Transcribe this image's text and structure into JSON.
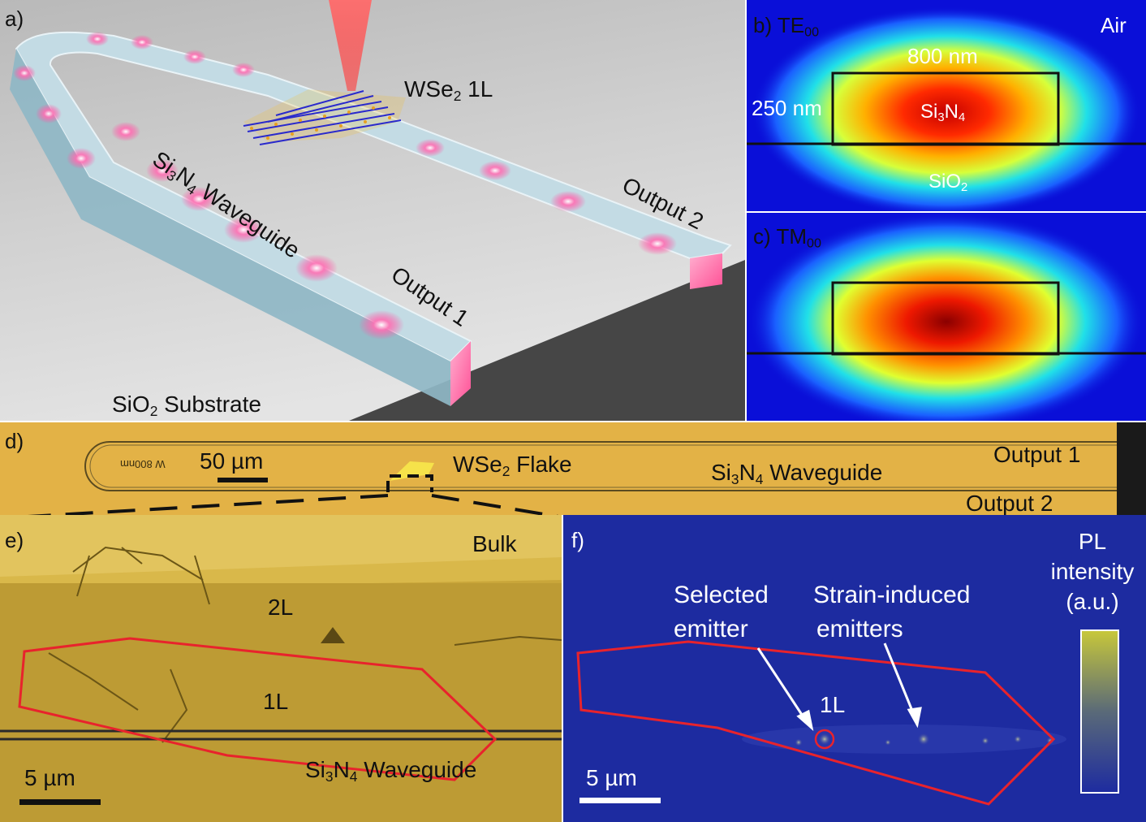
{
  "panel_a": {
    "tag": "a)",
    "material_label_prefix": "WSe",
    "material_label_sub": "2",
    "material_label_suffix": " 1L",
    "waveguide_prefix": "Si",
    "waveguide_sub1": "3",
    "waveguide_mid": "N",
    "waveguide_sub2": "4",
    "waveguide_suffix": " Waveguide",
    "output1": "Output 1",
    "output2": "Output 2",
    "substrate_prefix": "SiO",
    "substrate_sub": "2",
    "substrate_suffix": " Substrate"
  },
  "panel_b": {
    "tag": "b)",
    "mode_main": "TE",
    "mode_sub": "00",
    "air": "Air",
    "width": "800 nm",
    "height": "250 nm",
    "core_prefix": "Si",
    "core_sub1": "3",
    "core_mid": "N",
    "core_sub2": "4",
    "clad_prefix": "SiO",
    "clad_sub": "2"
  },
  "panel_c": {
    "tag": "c)",
    "mode_main": "TM",
    "mode_sub": "00"
  },
  "panel_d": {
    "tag": "d)",
    "scale": "50 µm",
    "chip_mark": "W 800nm",
    "flake_prefix": "WSe",
    "flake_sub": "2",
    "flake_suffix": " Flake",
    "wg_prefix": "Si",
    "wg_sub1": "3",
    "wg_mid": "N",
    "wg_sub2": "4",
    "wg_suffix": " Waveguide",
    "output1": "Output 1",
    "output2": "Output 2"
  },
  "panel_e": {
    "tag": "e)",
    "bulk": "Bulk",
    "bilayer": "2L",
    "monolayer": "1L",
    "scale": "5 µm",
    "wg_prefix": "Si",
    "wg_sub1": "3",
    "wg_mid": "N",
    "wg_sub2": "4",
    "wg_suffix": " Waveguide"
  },
  "panel_f": {
    "tag": "f)",
    "selected_line1": "Selected",
    "selected_line2": "emitter",
    "strain_line1": "Strain-induced",
    "strain_line2": "emitters",
    "monolayer": "1L",
    "scale": "5 µm",
    "cbar_line1": "PL",
    "cbar_line2": "intensity",
    "cbar_line3": "(a.u.)"
  },
  "colors": {
    "waveguide": "#b7d3de",
    "mode_spot": "#ff5fa8",
    "laser": "#ff4a4a",
    "optical_bg": "#e3b246",
    "pl_bg": "#1d2ba0",
    "outline": "#e8232c"
  }
}
